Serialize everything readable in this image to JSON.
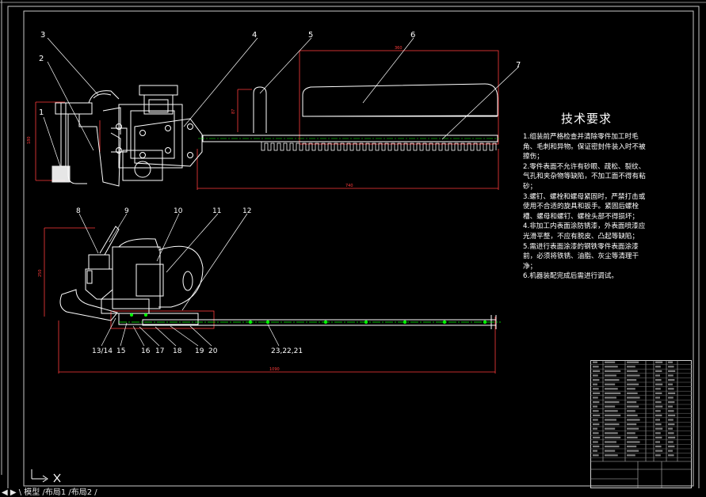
{
  "drawing": {
    "background": "#000000",
    "line_color": "#ffffff",
    "dimension_color": "#ff0000",
    "centerline_color": "#00ff00",
    "frame_color": "#c8c8c8"
  },
  "callouts_top": [
    "1",
    "2",
    "3",
    "4",
    "5",
    "6",
    "7"
  ],
  "callouts_bottom": [
    "8",
    "9",
    "10",
    "11",
    "12",
    "13/14",
    "15",
    "16",
    "17",
    "18",
    "19",
    "20",
    "23,22,21"
  ],
  "technical_requirements": {
    "title": "技术要求",
    "items": [
      "1.组装前严格检查并清除零件加工时毛",
      "角、毛刺和异物。保证密封件装入时不被",
      "擦伤；",
      "2.零件表面不允许有砂眼、疏松、裂纹、",
      "气孔和夹杂物等缺陷，不加工面不得有粘",
      "砂；",
      "3.螺钉、螺栓和螺母紧固时，严禁打击或",
      "使用不合适的旋具和扳手。紧固后螺栓",
      "槽、螺母和螺钉、螺栓头部不得损坏；",
      "4.非加工内表面涂防锈漆，外表面喷漆应",
      "光滑平整，不应有脱皮、凸起等缺陷；",
      "5.需进行表面涂漆的钢铁零件表面涂漆",
      "前，必须将铁锈、油脂、灰尘等清理干",
      "净；",
      "6.机器装配完成后需进行调试。"
    ]
  },
  "status_bar": {
    "text": "◀ ▶ \\ 模型 /布局1 /布局2 /"
  },
  "icons": {
    "ucs": "ucs-axis-icon",
    "close": "close-x-icon"
  }
}
